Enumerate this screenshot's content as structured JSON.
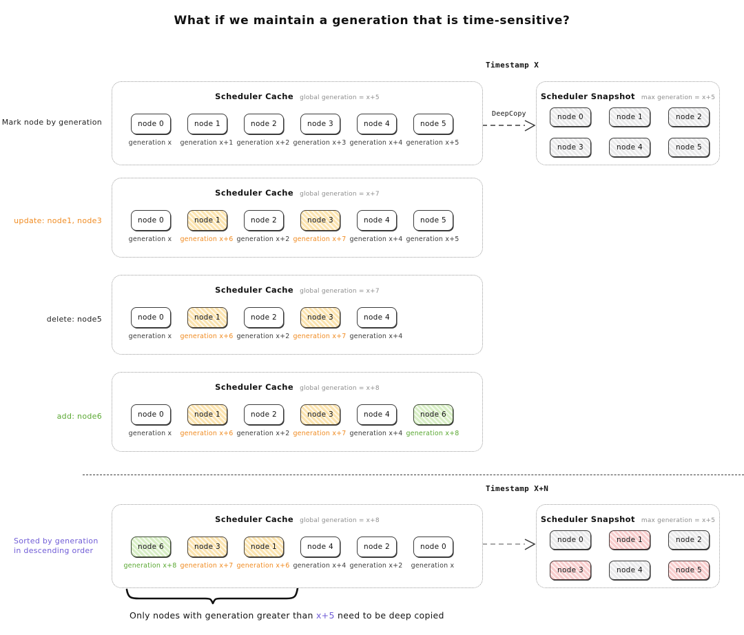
{
  "title": "What if we maintain a generation that is time-sensitive?",
  "timestamps": {
    "top": "Timestamp X",
    "bottom": "Timestamp X+N"
  },
  "arrows": {
    "deepcopy_label": "DeepCopy"
  },
  "labels": {
    "cache_title": "Scheduler Cache",
    "snapshot_title": "Scheduler Snapshot"
  },
  "colors": {
    "orange": "#f08c23",
    "green": "#5aa832",
    "purple": "#6f5bd6",
    "amber_fill": "#fbe3ae",
    "green_fill": "#d7eec4",
    "gray_fill": "#e9e9ea",
    "red_fill": "#f7cbcb",
    "stroke": "#3a3a3a"
  },
  "rows": [
    {
      "label": "Mark node by generation",
      "label_color": "dark",
      "meta": "global generation = x+5",
      "nodes": [
        {
          "name": "node 0",
          "gen": "generation x",
          "fill": "none",
          "gen_color": "dark"
        },
        {
          "name": "node 1",
          "gen": "generation x+1",
          "fill": "none",
          "gen_color": "dark"
        },
        {
          "name": "node 2",
          "gen": "generation x+2",
          "fill": "none",
          "gen_color": "dark"
        },
        {
          "name": "node 3",
          "gen": "generation x+3",
          "fill": "none",
          "gen_color": "dark"
        },
        {
          "name": "node 4",
          "gen": "generation x+4",
          "fill": "none",
          "gen_color": "dark"
        },
        {
          "name": "node 5",
          "gen": "generation x+5",
          "fill": "none",
          "gen_color": "dark"
        }
      ]
    },
    {
      "label": "update: node1, node3",
      "label_color": "orange",
      "meta": "global generation = x+7",
      "nodes": [
        {
          "name": "node 0",
          "gen": "generation x",
          "fill": "none",
          "gen_color": "dark"
        },
        {
          "name": "node 1",
          "gen": "generation x+6",
          "fill": "amber",
          "gen_color": "orange"
        },
        {
          "name": "node 2",
          "gen": "generation x+2",
          "fill": "none",
          "gen_color": "dark"
        },
        {
          "name": "node 3",
          "gen": "generation x+7",
          "fill": "amber",
          "gen_color": "orange"
        },
        {
          "name": "node 4",
          "gen": "generation x+4",
          "fill": "none",
          "gen_color": "dark"
        },
        {
          "name": "node 5",
          "gen": "generation x+5",
          "fill": "none",
          "gen_color": "dark"
        }
      ]
    },
    {
      "label": "delete: node5",
      "label_color": "dark",
      "meta": "global generation = x+7",
      "nodes": [
        {
          "name": "node 0",
          "gen": "generation x",
          "fill": "none",
          "gen_color": "dark"
        },
        {
          "name": "node 1",
          "gen": "generation x+6",
          "fill": "amber",
          "gen_color": "orange"
        },
        {
          "name": "node 2",
          "gen": "generation x+2",
          "fill": "none",
          "gen_color": "dark"
        },
        {
          "name": "node 3",
          "gen": "generation x+7",
          "fill": "amber",
          "gen_color": "orange"
        },
        {
          "name": "node 4",
          "gen": "generation x+4",
          "fill": "none",
          "gen_color": "dark"
        }
      ]
    },
    {
      "label": "add: node6",
      "label_color": "green",
      "meta": "global generation = x+8",
      "nodes": [
        {
          "name": "node 0",
          "gen": "generation x",
          "fill": "none",
          "gen_color": "dark"
        },
        {
          "name": "node 1",
          "gen": "generation x+6",
          "fill": "amber",
          "gen_color": "orange"
        },
        {
          "name": "node 2",
          "gen": "generation x+2",
          "fill": "none",
          "gen_color": "dark"
        },
        {
          "name": "node 3",
          "gen": "generation x+7",
          "fill": "amber",
          "gen_color": "orange"
        },
        {
          "name": "node 4",
          "gen": "generation x+4",
          "fill": "none",
          "gen_color": "dark"
        },
        {
          "name": "node 6",
          "gen": "generation x+8",
          "fill": "green",
          "gen_color": "green"
        }
      ]
    },
    {
      "label": "Sorted by generation\nin descending order",
      "label_color": "purple",
      "meta": "global generation = x+8",
      "nodes": [
        {
          "name": "node 6",
          "gen": "generation x+8",
          "fill": "green",
          "gen_color": "green"
        },
        {
          "name": "node 3",
          "gen": "generation x+7",
          "fill": "amber",
          "gen_color": "orange"
        },
        {
          "name": "node 1",
          "gen": "generation x+6",
          "fill": "amber",
          "gen_color": "orange"
        },
        {
          "name": "node 4",
          "gen": "generation x+4",
          "fill": "none",
          "gen_color": "dark"
        },
        {
          "name": "node 2",
          "gen": "generation x+2",
          "fill": "none",
          "gen_color": "dark"
        },
        {
          "name": "node 0",
          "gen": "generation x",
          "fill": "none",
          "gen_color": "dark"
        }
      ]
    }
  ],
  "snapshots": [
    {
      "title": "Scheduler Snapshot",
      "meta": "max generation = x+5",
      "nodes": [
        {
          "name": "node 0",
          "fill": "gray"
        },
        {
          "name": "node 1",
          "fill": "gray"
        },
        {
          "name": "node 2",
          "fill": "gray"
        },
        {
          "name": "node 3",
          "fill": "gray"
        },
        {
          "name": "node 4",
          "fill": "gray"
        },
        {
          "name": "node 5",
          "fill": "gray"
        }
      ]
    },
    {
      "title": "Scheduler Snapshot",
      "meta": "max generation = x+5",
      "nodes": [
        {
          "name": "node 0",
          "fill": "gray"
        },
        {
          "name": "node 1",
          "fill": "red"
        },
        {
          "name": "node 2",
          "fill": "gray"
        },
        {
          "name": "node 3",
          "fill": "red"
        },
        {
          "name": "node 4",
          "fill": "gray"
        },
        {
          "name": "node 5",
          "fill": "red"
        }
      ]
    }
  ],
  "footnote": {
    "prefix": "Only nodes with generation greater than",
    "highlight": "x+5",
    "suffix": "need to be deep copied"
  }
}
